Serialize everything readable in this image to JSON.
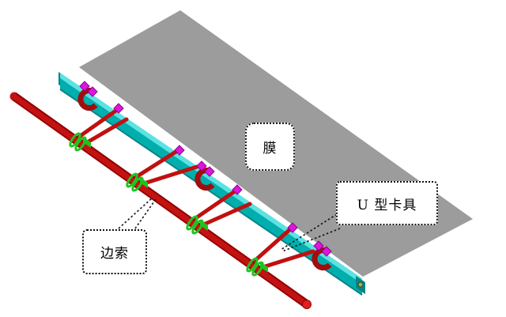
{
  "figure": {
    "labels": {
      "membrane": "膜",
      "u_clamp": "U 型卡具",
      "edge_cable": "边索"
    },
    "colors": {
      "background": "#FFFFFF",
      "membrane": "#9C9C9C",
      "tube_top": "#5CE2E2",
      "tube_front": "#00AEAE",
      "tube_dark": "#0A8484",
      "cable": "#C41212",
      "cable_edge": "#8F0404",
      "cable_cap": "#E02020",
      "rod": "#C01010",
      "green": "#1FC41F",
      "magenta": "#DD16DD",
      "magenta_dark": "#8E008E",
      "bracket": "#A30D0D",
      "leader": "#111111",
      "endcap_dot": "#8FBC3F"
    }
  }
}
